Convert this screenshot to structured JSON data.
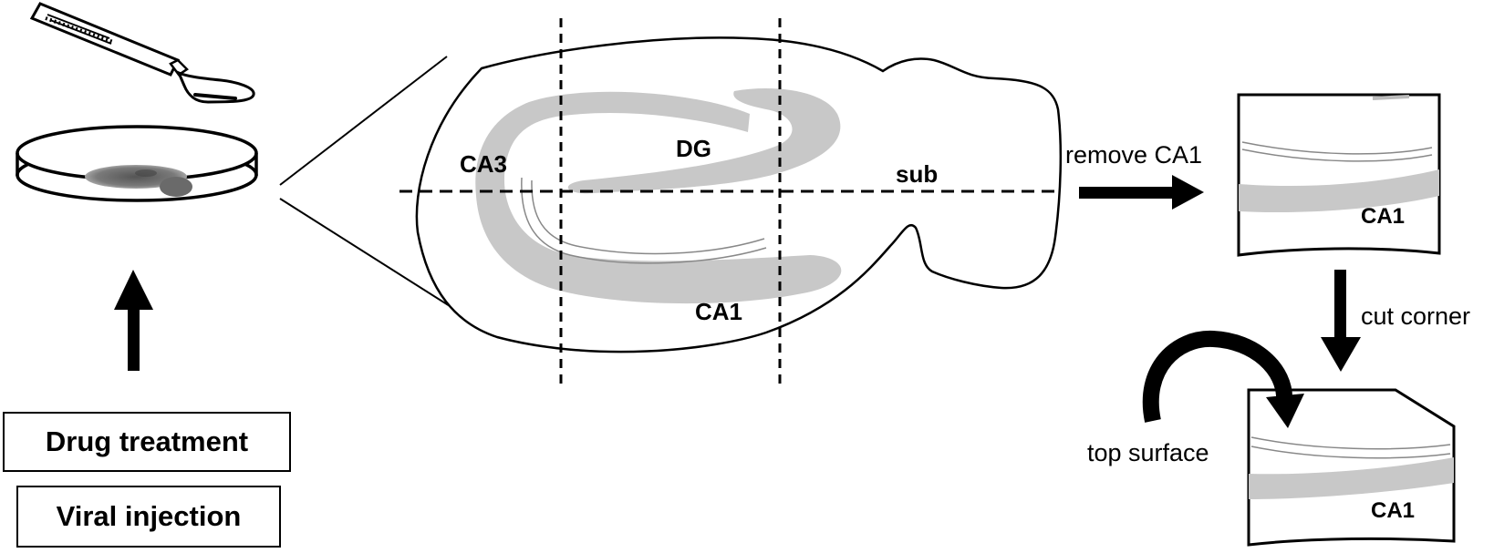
{
  "left": {
    "boxes": [
      "Drug treatment",
      "Viral injection"
    ]
  },
  "slice": {
    "regions": {
      "ca3": "CA3",
      "dg": "DG",
      "sub": "sub",
      "ca1": "CA1"
    }
  },
  "right": {
    "step1_label": "remove CA1",
    "step1_region": "CA1",
    "step2_label": "cut corner",
    "step2_region": "CA1",
    "top_surface_label": "top surface"
  },
  "colors": {
    "ink": "#000000",
    "layer_gray": "#c8c8c8",
    "tissue_gray": "#777777"
  }
}
